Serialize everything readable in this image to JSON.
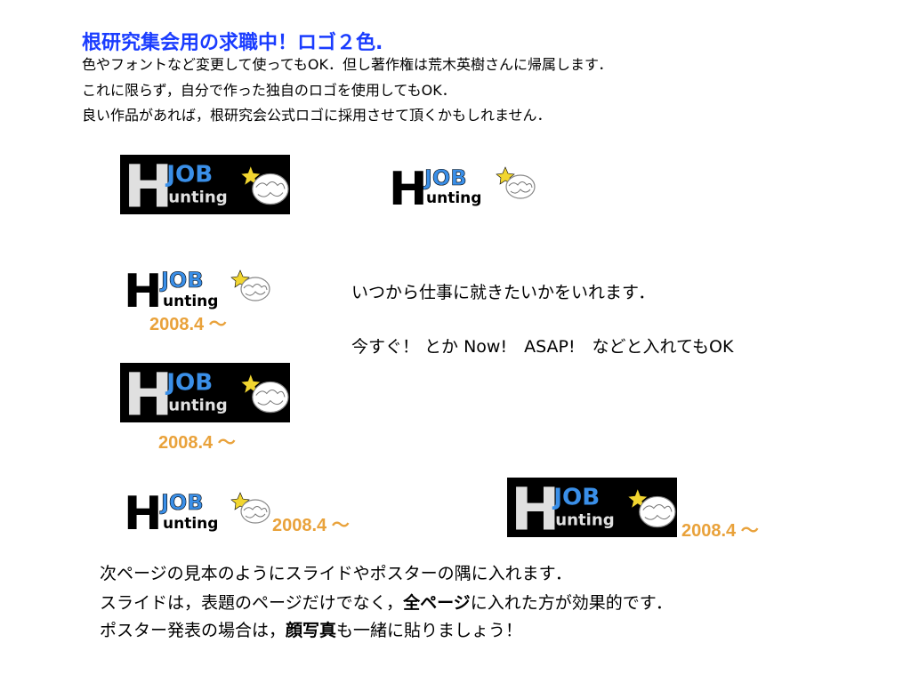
{
  "title": "根研究集会用の求職中！ロゴ２色.",
  "intro_lines": [
    "色やフォントなど変更して使ってもOK．但し著作権は荒木英樹さんに帰属します．",
    "これに限らず，自分で作った独自のロゴを使用してもOK．",
    "良い作品があれば，根研究会公式ロゴに採用させて頂くかもしれません．"
  ],
  "logo": {
    "big_letter": "H",
    "word_top": "JOB",
    "word_bottom": "unting"
  },
  "date_label": "2008.4 ～",
  "notes": {
    "line1": "いつから仕事に就きたいかをいれます．",
    "line2": "今すぐ！ とか Now!　ASAP!　などと入れてもOK"
  },
  "bottom": {
    "line1": "次ページの見本のようにスライドやポスターの隅に入れます．",
    "line2_a": "スライドは，表題のページだけでなく，",
    "line2_b": "全ページ",
    "line2_c": "に入れた方が効果的です．",
    "line3_a": "ポスター発表の場合は，",
    "line3_b": "顔写真",
    "line3_c": "も一緒に貼りましょう！"
  },
  "colors": {
    "title": "#1a3cff",
    "job_blue": "#3a8fe8",
    "date_orange": "#e9a23b",
    "star_yellow": "#f2d630",
    "logo_light_h": "#e0e0e0"
  }
}
